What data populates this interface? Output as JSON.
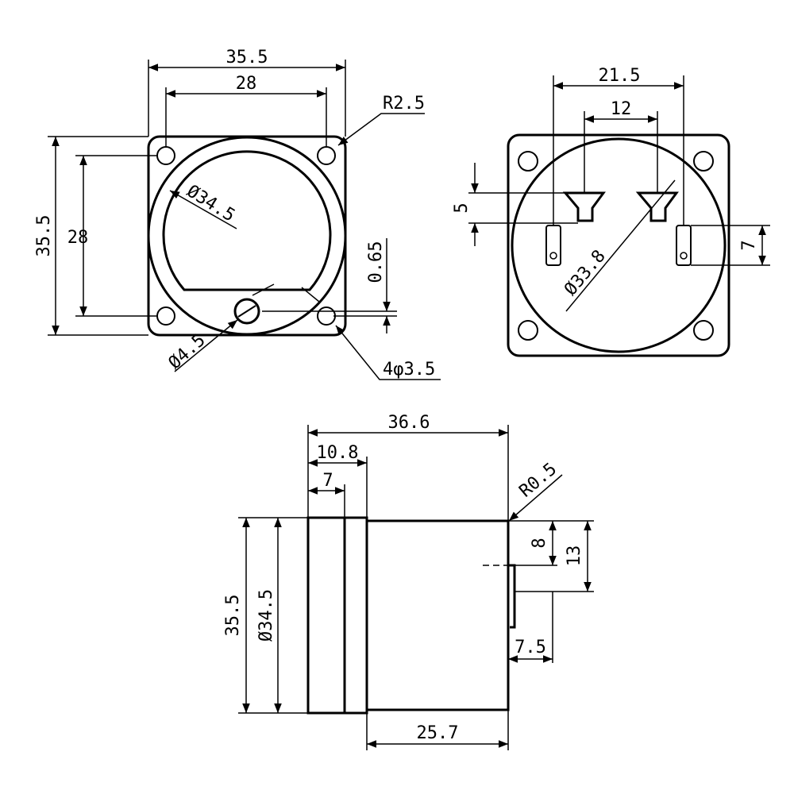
{
  "colors": {
    "line": "#000000",
    "background": "#ffffff"
  },
  "front_view": {
    "width_outer": "35.5",
    "hole_spacing_h": "28",
    "height_outer": "35.5",
    "hole_spacing_v": "28",
    "corner_radius": "R2.5",
    "window_diameter": "Ø34.5",
    "offset": "0.65",
    "adjust_hole": "Ø4.5",
    "mount_holes": "4φ3.5"
  },
  "rear_view": {
    "terminal_spacing_outer": "21.5",
    "terminal_spacing_inner": "12",
    "terminal_height": "5",
    "lug_height": "7",
    "body_diameter": "Ø33.8"
  },
  "side_view": {
    "total_depth": "36.6",
    "bezel_depth": "10.8",
    "flange_depth": "7",
    "edge_radius": "R0.5",
    "terminal_offset": "8",
    "terminal_span": "13",
    "terminal_length": "7.5",
    "height": "35.5",
    "body_diameter": "Ø34.5",
    "case_depth": "25.7"
  }
}
